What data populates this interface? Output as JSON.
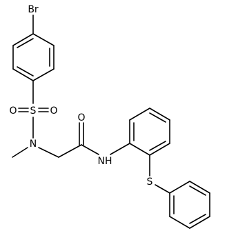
{
  "atoms": {
    "br": "Br",
    "s_sulfonyl": "S",
    "o_left": "O",
    "o_right": "O",
    "n_sulfonamide": "N",
    "o_carbonyl": "O",
    "n_amide": "NH",
    "s_thioether": "S"
  }
}
